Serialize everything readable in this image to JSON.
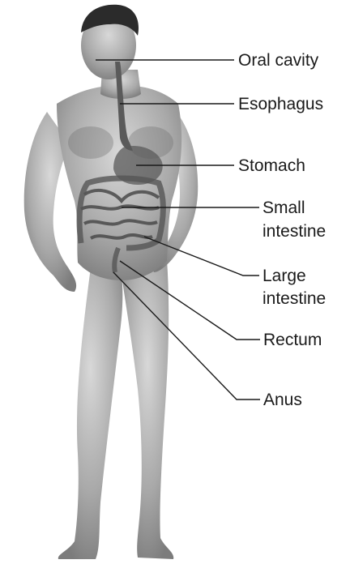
{
  "labels": {
    "oral_cavity": "Oral cavity",
    "esophagus": "Esophagus",
    "stomach": "Stomach",
    "small_intestine_line1": "Small",
    "small_intestine_line2": "intestine",
    "large_intestine_line1": "Large",
    "large_intestine_line2": "intestine",
    "rectum": "Rectum",
    "anus": "Anus"
  },
  "colors": {
    "text": "#1a1a1a",
    "figure_light": "#c9c9c9",
    "figure_dark": "#7a7a7a"
  }
}
